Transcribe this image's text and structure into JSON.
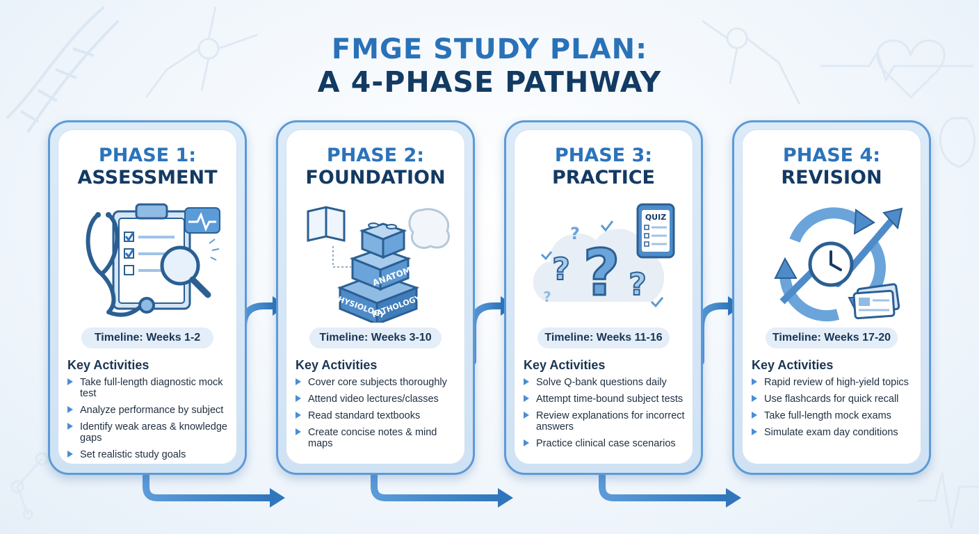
{
  "title": {
    "line1": "FMGE STUDY PLAN:",
    "line2": "A 4-PHASE PATHWAY"
  },
  "phases": [
    {
      "number": "PHASE 1:",
      "name": "ASSESSMENT",
      "timeline": "Timeline: Weeks 1-2",
      "key_activities_label": "Key Activities",
      "activities": [
        "Take full-length diagnostic mock test",
        "Analyze performance by subject",
        "Identify weak areas & knowledge gaps",
        "Set realistic study goals"
      ]
    },
    {
      "number": "PHASE 2:",
      "name": "FOUNDATION",
      "timeline": "Timeline: Weeks 3-10",
      "key_activities_label": "Key Activities",
      "activities": [
        "Cover core subjects thoroughly",
        "Attend video lectures/classes",
        "Read standard textbooks",
        "Create concise notes & mind maps"
      ],
      "block_labels": [
        "ANATOMY",
        "PHYSIOLOGY",
        "PATHOLOGY"
      ]
    },
    {
      "number": "PHASE 3:",
      "name": "PRACTICE",
      "timeline": "Timeline: Weeks 11-16",
      "key_activities_label": "Key Activities",
      "activities": [
        "Solve Q-bank questions daily",
        "Attempt time-bound subject tests",
        "Review explanations for incorrect answers",
        "Practice clinical case scenarios"
      ],
      "quiz_label": "QUIZ"
    },
    {
      "number": "PHASE 4:",
      "name": "REVISION",
      "timeline": "Timeline: Weeks 17-20",
      "key_activities_label": "Key Activities",
      "activities": [
        "Rapid review of high-yield topics",
        "Use flashcards for quick recall",
        "Take full-length mock exams",
        "Simulate exam day conditions"
      ]
    }
  ],
  "icons": {
    "phase1": "stethoscope-clipboard-magnifier-icon",
    "phase2": "books-building-blocks-brain-icon",
    "phase3": "question-marks-quiz-tablet-icon",
    "phase4": "cycle-arrows-clock-flashcards-icon"
  },
  "colors": {
    "accent": "#2b73bb",
    "dark": "#143a63",
    "border": "#5d9ad6"
  }
}
